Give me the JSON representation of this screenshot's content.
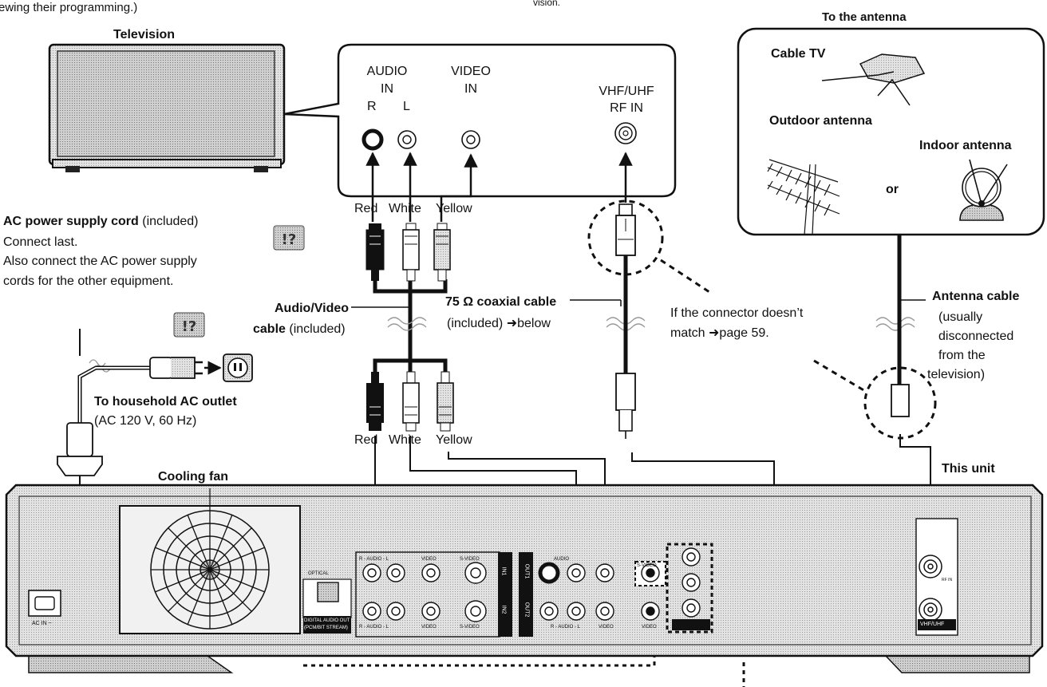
{
  "top_note_left": "ewing their programming.)",
  "top_note_mid": "vision.",
  "television_label": "Television",
  "tv_panel": {
    "audio_in_line1": "AUDIO",
    "audio_in_line2": "IN",
    "audio_r": "R",
    "audio_l": "L",
    "video_in_line1": "VIDEO",
    "video_in_line2": "IN",
    "rf_in_line1": "VHF/UHF",
    "rf_in_line2": "RF IN"
  },
  "antenna_panel": {
    "title": "To the antenna",
    "cable_tv": "Cable TV",
    "outdoor_antenna": "Outdoor antenna",
    "indoor_antenna": "Indoor antenna",
    "or": "or"
  },
  "plug_colors_top": {
    "red": "Red",
    "white": "White",
    "yellow": "Yellow"
  },
  "plug_colors_bottom": {
    "red": "Red",
    "white": "White",
    "yellow": "Yellow"
  },
  "ac_cord": {
    "title": "AC power supply cord",
    "title_suffix": "(included)",
    "line1": "Connect last.",
    "line2": "Also connect the AC power supply",
    "line3": "cords for the other equipment."
  },
  "av_cable": {
    "title_a": "Audio/Video",
    "title_b": "cable",
    "suffix": "(included)"
  },
  "coax_cable": {
    "title": "75 Ω coaxial cable",
    "line2": "(included) ➜below"
  },
  "connector_note": {
    "line1": "If the connector doesn’t",
    "line2": "match ➜page 59."
  },
  "antenna_cable": {
    "title": "Antenna cable",
    "line1": "(usually",
    "line2": "disconnected",
    "line3": "from the",
    "line4": "television)"
  },
  "outlet": {
    "title": "To household AC outlet",
    "spec": "(AC 120 V, 60 Hz)"
  },
  "cooling_fan": "Cooling fan",
  "this_unit": "This unit",
  "rear_panel": {
    "optical": "OPTICAL",
    "digital_out_1": "DIGITAL AUDIO OUT",
    "digital_out_2": "(PCM/BIT STREAM)",
    "in_audio": "R - AUDIO - L",
    "in_video": "VIDEO",
    "in_svideo": "S-VIDEO",
    "in1": "IN1",
    "in2": "IN2",
    "out1": "OUT1",
    "out2": "OUT2",
    "out_audio": "AUDIO",
    "out_audio2": "R - AUDIO - L",
    "out_video": "VIDEO",
    "out_svideo": "S-VIDEO",
    "video_small": "VIDEO",
    "ac_in": "AC IN ~",
    "rf_in": "RF IN",
    "vhf_uhf": "VHF/UHF"
  }
}
